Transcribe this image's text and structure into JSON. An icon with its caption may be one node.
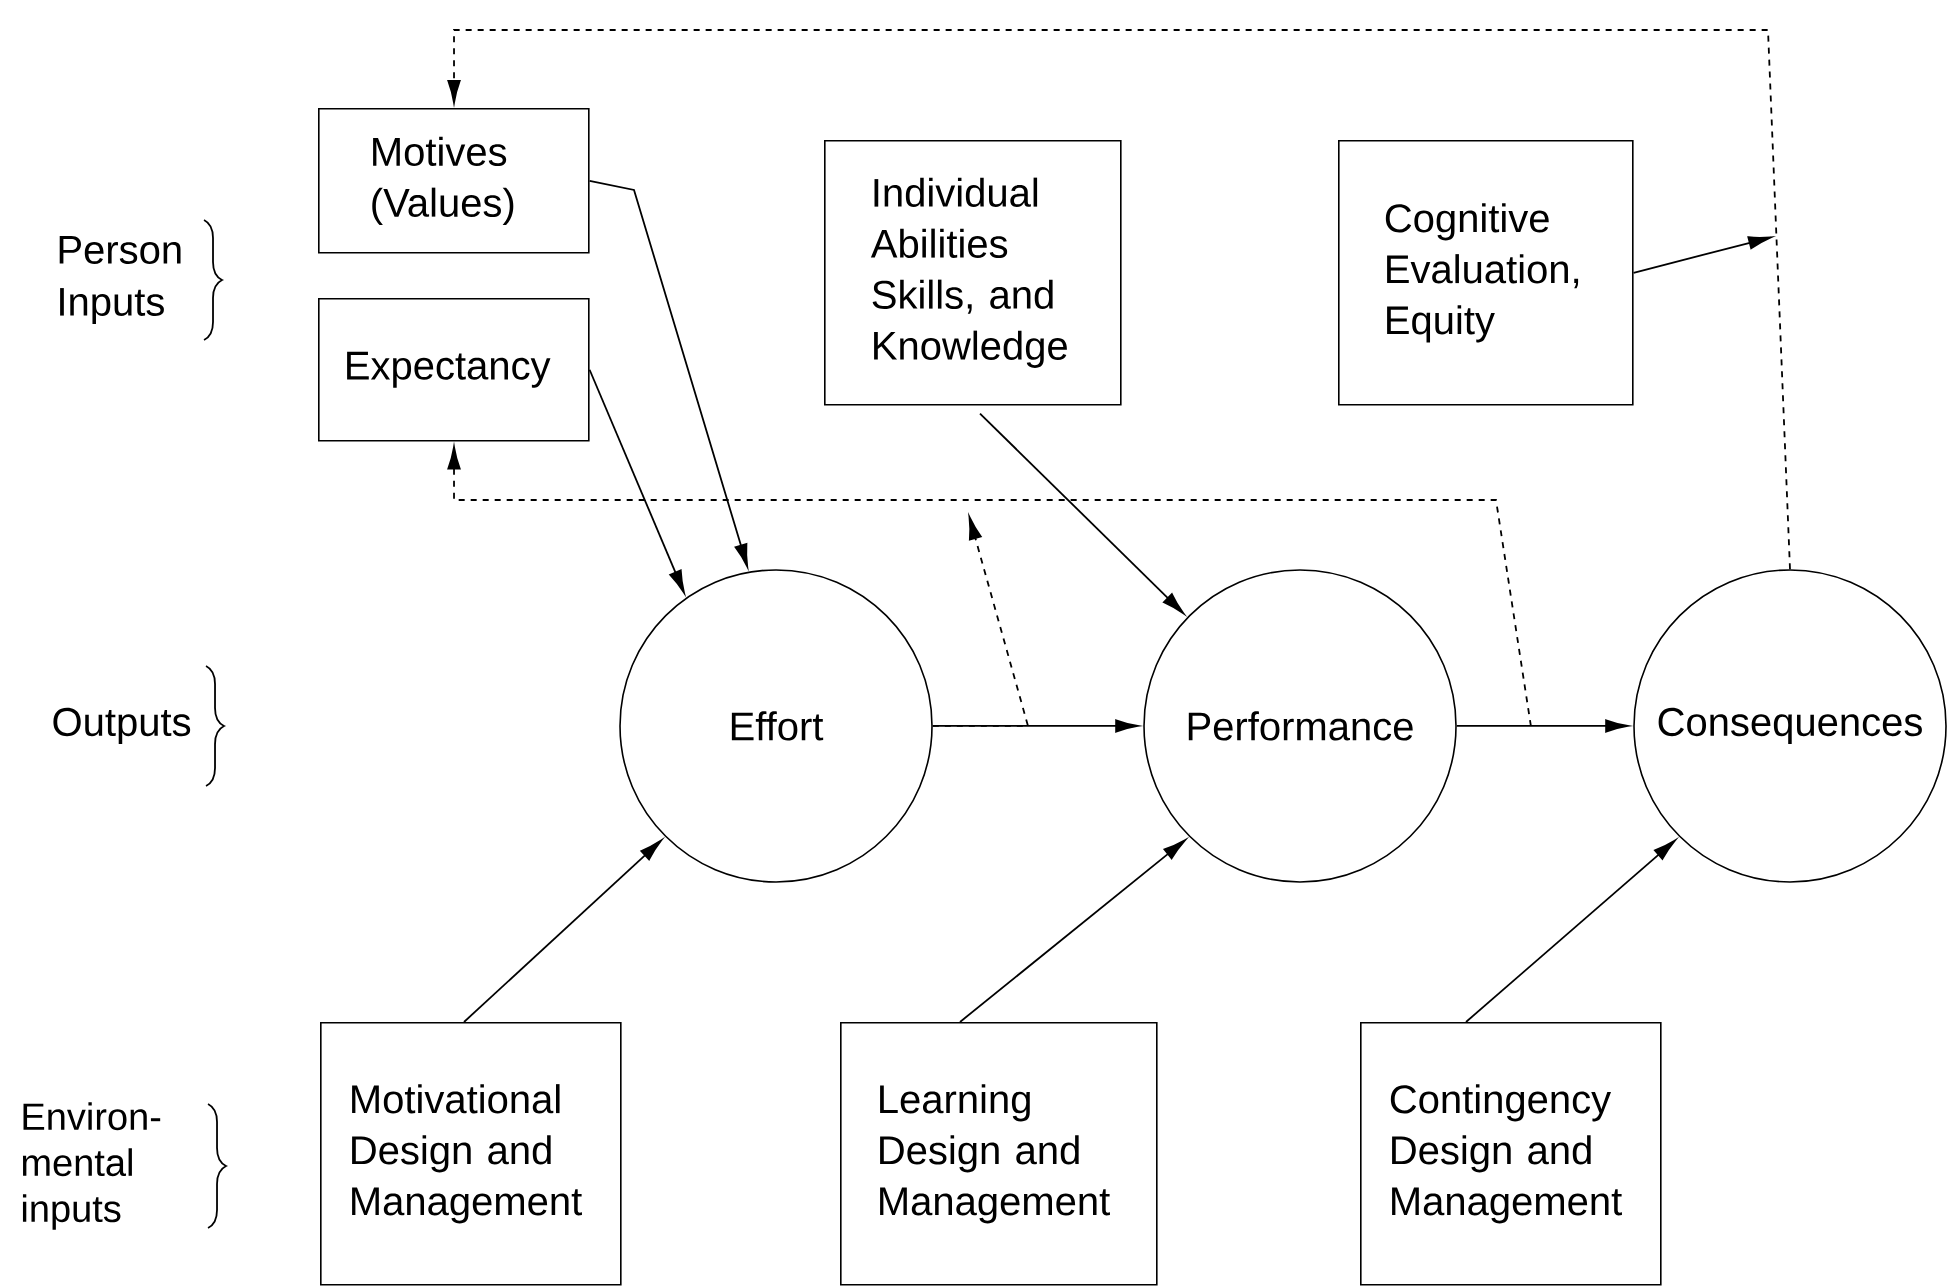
{
  "diagram": {
    "nodes": [
      {
        "text": [
          "Motives (Values)"
        ]
      },
      {
        "text": [
          "Expectancy"
        ]
      },
      {
        "text": [
          "Individual Abilities Skills, and Knowledge"
        ]
      },
      {
        "text": [
          "Cognitive Evaluation, Equity"
        ]
      },
      {
        "text": [
          "Effort"
        ]
      },
      {
        "text": [
          "Performance"
        ]
      },
      {
        "text": [
          "Consequences"
        ]
      },
      {
        "text": [
          "Motivational Design and Management"
        ]
      },
      {
        "text": [
          "Learning Design and Management"
        ]
      },
      {
        "text": [
          "Contingency Design and Management"
        ]
      }
    ],
    "edges": [
      {
        "from": 0,
        "to": 4,
        "arrow": "to"
      },
      {
        "from": 1,
        "to": 4,
        "arrow": "to"
      },
      {
        "from": 2,
        "to": 5,
        "arrow": "to"
      },
      {
        "from": 6,
        "to": 0,
        "arrow": "to",
        "style": "dashed"
      },
      {
        "from": 3,
        "to": null,
        "arrow": "to"
      },
      {
        "from": 4,
        "to": 5,
        "arrow": "to"
      },
      {
        "from": 5,
        "to": 6,
        "arrow": "to"
      },
      {
        "from": 5,
        "to": 1,
        "arrow": "to",
        "style": "dashed"
      },
      {
        "from": 4,
        "to": null,
        "arrow": "to",
        "style": "dashed"
      },
      {
        "from": 7,
        "to": 4,
        "arrow": "to"
      },
      {
        "from": 8,
        "to": 5,
        "arrow": "to"
      },
      {
        "from": 9,
        "to": 6,
        "arrow": "to"
      }
    ],
    "labels": [
      "Person Inputs",
      "Outputs",
      "Environ- mental inputs"
    ]
  }
}
